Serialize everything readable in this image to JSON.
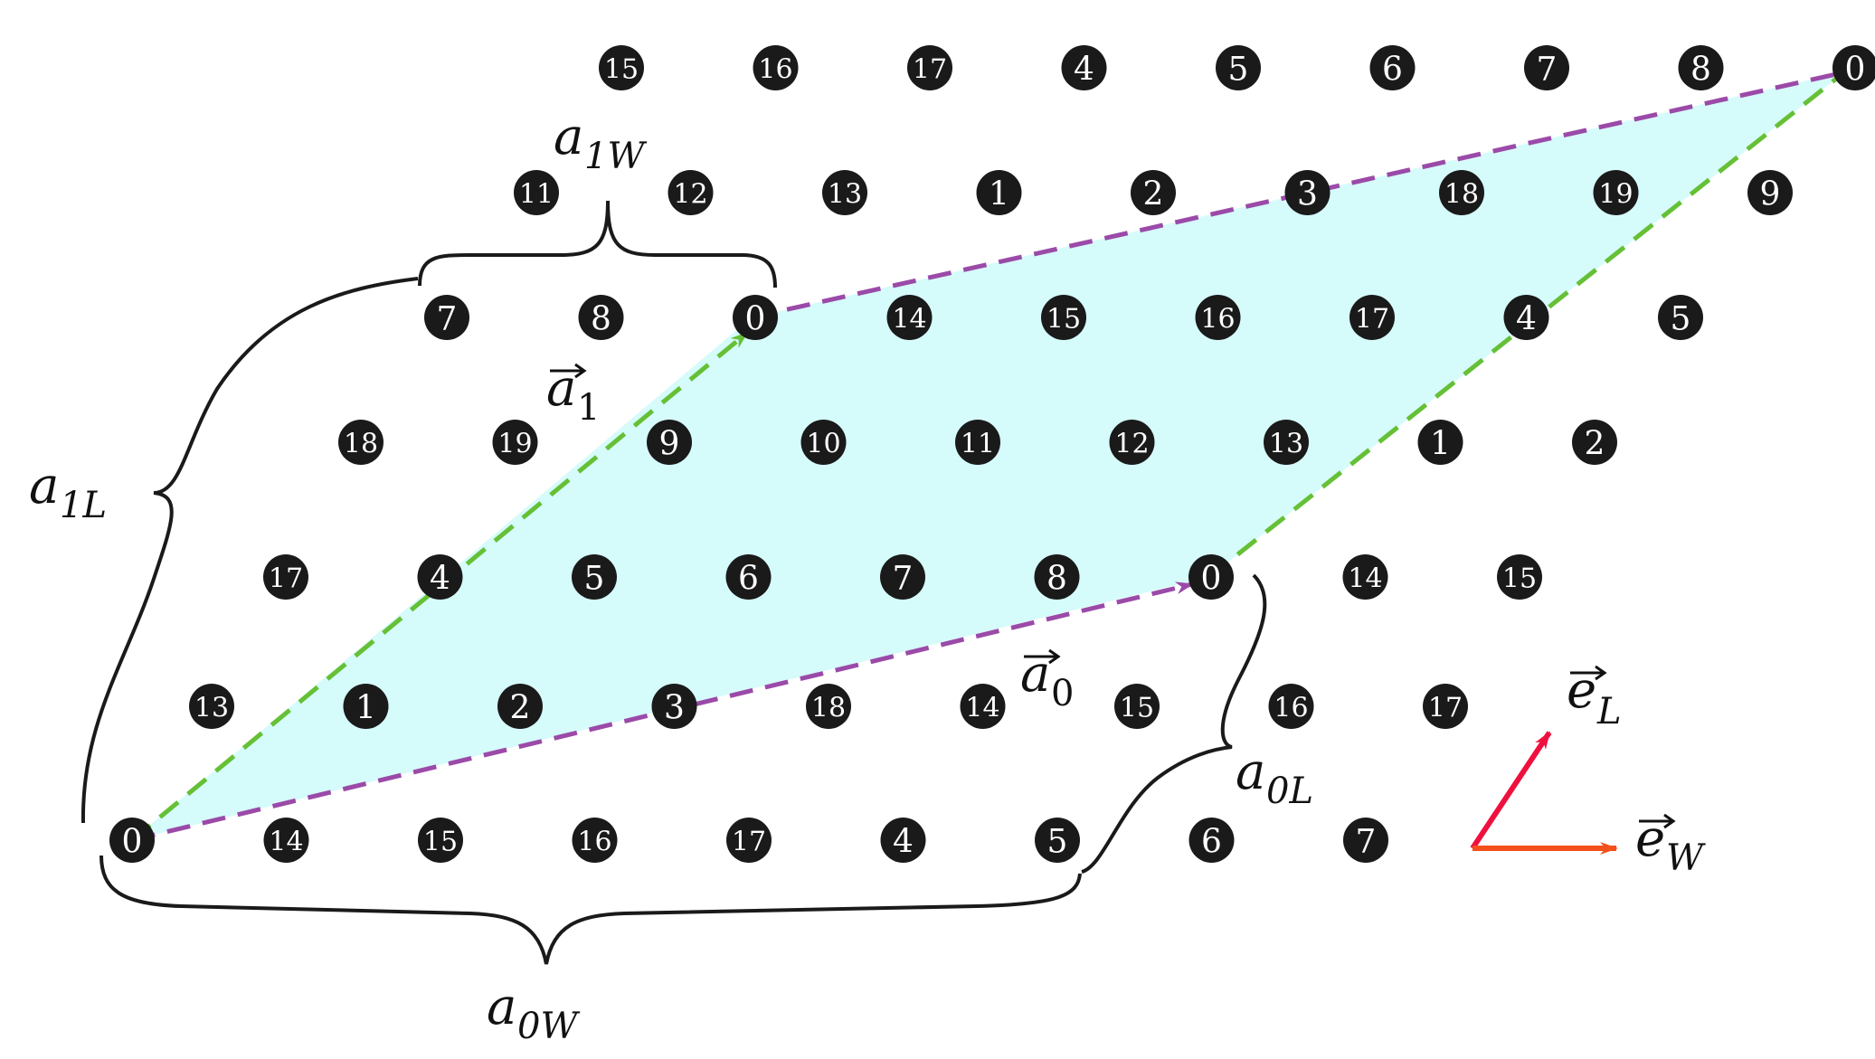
{
  "colors": {
    "node": "#1a1a1a",
    "node_text": "#ffffff",
    "cell_fill": "#d6fbfb",
    "vector_a0": "#9b4aa8",
    "vector_a1": "#66c036",
    "e_L": "#f0103e",
    "e_W": "#f4501c",
    "brace": "#1a1a1a"
  },
  "nodes_rows": [
    [
      "15",
      "16",
      "17",
      "4",
      "5",
      "6",
      "7",
      "8",
      "0"
    ],
    [
      "11",
      "12",
      "13",
      "1",
      "2",
      "3",
      "18",
      "19",
      "9"
    ],
    [
      "7",
      "8",
      "0",
      "14",
      "15",
      "16",
      "17",
      "4",
      "5"
    ],
    [
      "18",
      "19",
      "9",
      "10",
      "11",
      "12",
      "13",
      "1",
      "2"
    ],
    [
      "17",
      "4",
      "5",
      "6",
      "7",
      "8",
      "0",
      "14",
      "15"
    ],
    [
      "13",
      "1",
      "2",
      "3",
      "18",
      "14",
      "15",
      "16",
      "17"
    ],
    [
      "0",
      "14",
      "15",
      "16",
      "17",
      "4",
      "5",
      "6",
      "7"
    ]
  ],
  "labels": {
    "a1W": {
      "base": "a",
      "sub": "1W"
    },
    "a1L": {
      "base": "a",
      "sub": "1L"
    },
    "a0L": {
      "base": "a",
      "sub": "0L"
    },
    "a0W": {
      "base": "a",
      "sub": "0W"
    },
    "vec_a1": {
      "base": "a",
      "sub": "1"
    },
    "vec_a0": {
      "base": "a",
      "sub": "0"
    },
    "vec_eL": {
      "base": "e",
      "sub": "L"
    },
    "vec_eW": {
      "base": "e",
      "sub": "W"
    }
  },
  "icons": {
    "vector_arrow": "right-arrow-accent"
  }
}
